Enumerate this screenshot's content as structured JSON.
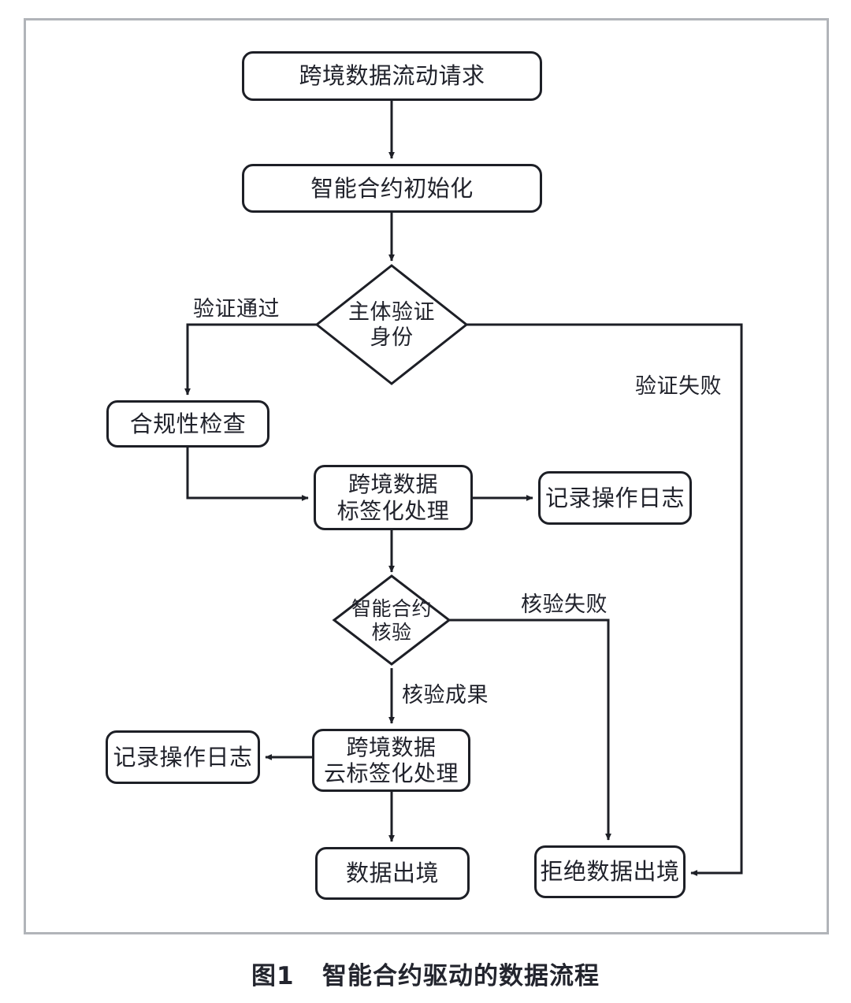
{
  "figure": {
    "caption": "图1   智能合约驱动的数据流程",
    "frame_color": "#b1b4b9",
    "stroke_color": "#1d1f26",
    "background": "#ffffff"
  },
  "chart_data": {
    "type": "diagram",
    "title": "图1   智能合约驱动的数据流程",
    "diagram_kind": "flowchart",
    "nodes": [
      {
        "id": "n1",
        "label": "跨境数据流动请求",
        "shape": "rounded-rect"
      },
      {
        "id": "n2",
        "label": "智能合约初始化",
        "shape": "rounded-rect"
      },
      {
        "id": "d1",
        "label": "主体验证\n身份",
        "shape": "diamond"
      },
      {
        "id": "n3",
        "label": "合规性检查",
        "shape": "rounded-rect"
      },
      {
        "id": "n4",
        "label": "跨境数据\n标签化处理",
        "shape": "rounded-rect"
      },
      {
        "id": "n5",
        "label": "记录操作日志",
        "shape": "rounded-rect"
      },
      {
        "id": "d2",
        "label": "智能合约\n核验",
        "shape": "diamond"
      },
      {
        "id": "n6",
        "label": "跨境数据\n云标签化处理",
        "shape": "rounded-rect"
      },
      {
        "id": "n7",
        "label": "记录操作日志",
        "shape": "rounded-rect"
      },
      {
        "id": "n8",
        "label": "数据出境",
        "shape": "rounded-rect"
      },
      {
        "id": "n9",
        "label": "拒绝数据出境",
        "shape": "rounded-rect"
      }
    ],
    "edges": [
      {
        "from": "n1",
        "to": "n2",
        "label": ""
      },
      {
        "from": "n2",
        "to": "d1",
        "label": ""
      },
      {
        "from": "d1",
        "to": "n3",
        "label": "验证通过"
      },
      {
        "from": "d1",
        "to": "n9",
        "label": "验证失败"
      },
      {
        "from": "n3",
        "to": "n4",
        "label": ""
      },
      {
        "from": "n4",
        "to": "n5",
        "label": ""
      },
      {
        "from": "n4",
        "to": "d2",
        "label": ""
      },
      {
        "from": "d2",
        "to": "n9",
        "label": "核验失败"
      },
      {
        "from": "d2",
        "to": "n6",
        "label": "核验成果"
      },
      {
        "from": "n6",
        "to": "n7",
        "label": ""
      },
      {
        "from": "n6",
        "to": "n8",
        "label": ""
      }
    ]
  },
  "nodes": {
    "request": "跨境数据流动请求",
    "contract_init": "智能合约初始化",
    "identity_check": "主体验证\n身份",
    "compliance_check": "合规性检查",
    "tagging": "跨境数据\n标签化处理",
    "log_upper": "记录操作日志",
    "contract_verify": "智能合约\n核验",
    "cloud_tagging": "跨境数据\n云标签化处理",
    "log_lower": "记录操作日志",
    "data_export": "数据出境",
    "data_reject": "拒绝数据出境"
  },
  "edge_labels": {
    "verify_pass": "验证通过",
    "verify_fail": "验证失败",
    "check_fail": "核验失败",
    "check_success": "核验成果"
  }
}
